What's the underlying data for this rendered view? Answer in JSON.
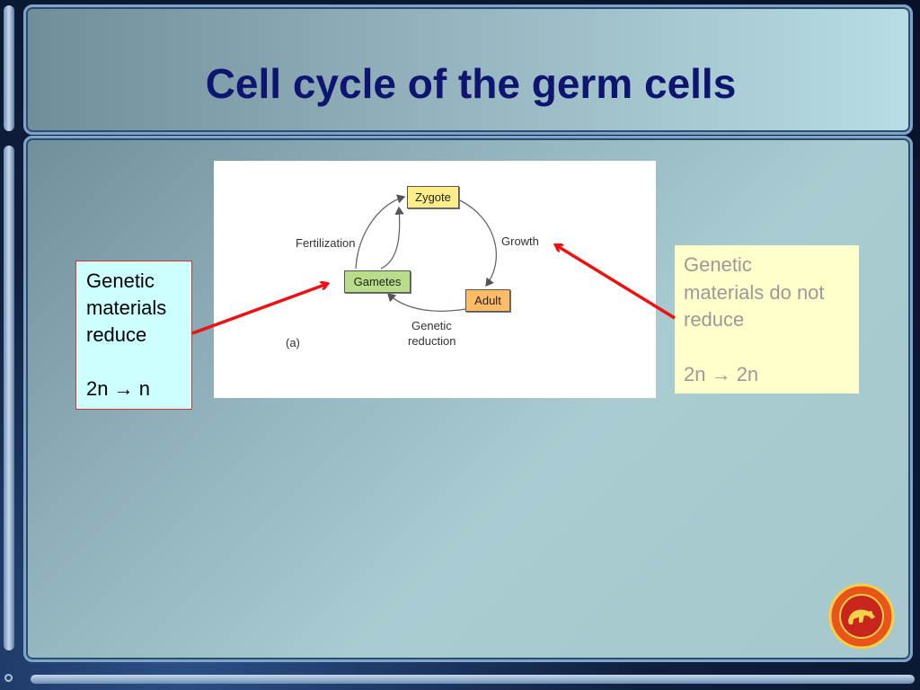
{
  "slide": {
    "title": "Cell cycle of the germ cells"
  },
  "diagram": {
    "zygote": "Zygote",
    "gametes": "Gametes",
    "adult": "Adult",
    "fertilization": "Fertilization",
    "growth": "Growth",
    "reduction_line1": "Genetic",
    "reduction_line2": "reduction",
    "panel_label": "(a)"
  },
  "left_note": {
    "line1": "Genetic",
    "line2": "materials",
    "line3": "reduce",
    "formula": "2n → n"
  },
  "right_note": {
    "line1": "Genetic",
    "line2": "materials do not",
    "line3": "reduce",
    "formula": "2n → 2n"
  },
  "colors": {
    "title": "#0e1570",
    "arrow": "#ee1111",
    "zygote_box": "#ffee88",
    "gametes_box": "#b8dd8a",
    "adult_box": "#ffbb66",
    "left_note_bg": "#ccffff",
    "right_note_bg": "#ffffcc"
  },
  "icons": {
    "logo": "university-seal-icon"
  }
}
